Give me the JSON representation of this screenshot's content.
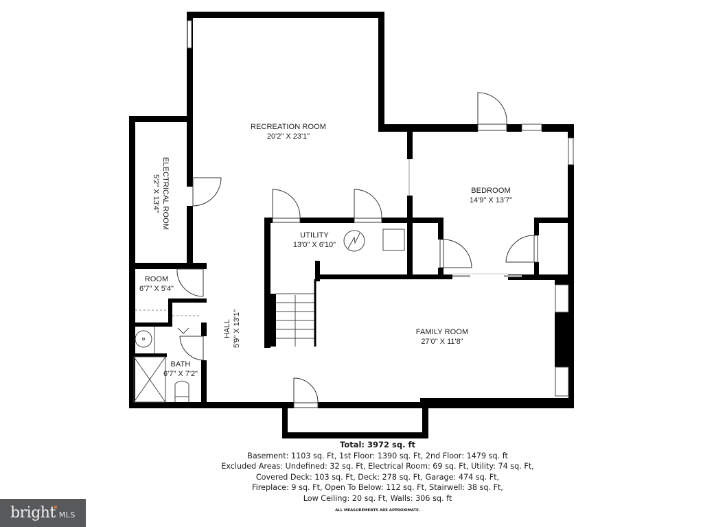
{
  "rooms": {
    "recreation": {
      "name": "RECREATION ROOM",
      "dim": "20'2\" X 23'1\""
    },
    "electrical": {
      "name": "ELECTRICAL ROOM",
      "dim": "5'2\" X 13'4\""
    },
    "bedroom": {
      "name": "BEDROOM",
      "dim": "14'9\" X 13'7\""
    },
    "utility": {
      "name": "UTILITY",
      "dim": "13'0\" X 6'10\""
    },
    "room": {
      "name": "ROOM",
      "dim": "6'7\" X 5'4\""
    },
    "hall": {
      "name": "HALL",
      "dim": "5'9\" X 13'1\""
    },
    "bath": {
      "name": "BATH",
      "dim": "6'7\" X 7'2\""
    },
    "family": {
      "name": "FAMILY ROOM",
      "dim": "27'0\" X 11'8\""
    }
  },
  "summary": {
    "total": "Total: 3972 sq. ft",
    "lines": [
      "Basement: 1103 sq. Ft, 1st Floor: 1390 sq. Ft, 2nd Floor: 1479 sq. ft",
      "Excluded Areas: Undefined: 32 sq. Ft, Electrical Room: 69 sq. Ft, Utility: 74 sq. Ft,",
      "Covered Deck: 103 sq. Ft, Deck: 278 sq. Ft, Garage: 474 sq. Ft,",
      "Fireplace: 9 sq. Ft, Open To Below: 112 sq. Ft, Stairwell: 38 sq. Ft,",
      "Low Ceiling: 20 sq. Ft, Walls: 306 sq. ft"
    ],
    "note": "ALL MEASUREMENTS ARE APPROXIMATE."
  },
  "logo": {
    "brand": "bright",
    "suffix": "MLS",
    "bg": "#58595b",
    "accent": "#e8793a"
  },
  "colors": {
    "wall": "#000000",
    "background": "#ffffff"
  }
}
